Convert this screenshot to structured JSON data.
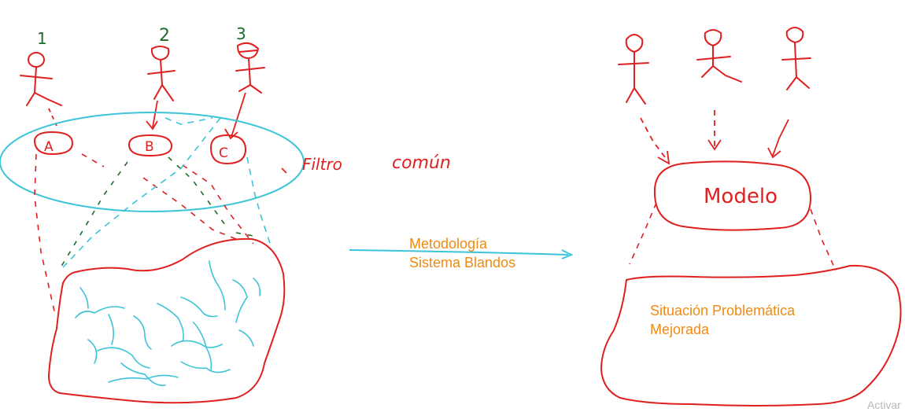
{
  "left_panel": {
    "people_numbers": [
      "1",
      "2",
      "3"
    ],
    "stakeholder_labels": [
      "A",
      "B",
      "C"
    ],
    "filter_label": "Filtro",
    "filter_qualifier": "común"
  },
  "arrow": {
    "label_line1": "Metodología",
    "label_line2": "Sistema Blandos"
  },
  "right_panel": {
    "model_label": "Modelo",
    "situation_line1": "Situación Problemática",
    "situation_line2": "Mejorada"
  },
  "watermark": "Activar",
  "colors": {
    "red_ink": "#e02020",
    "cyan_ink": "#3cc4d8",
    "green_ink": "#1e6b2a",
    "typed_text": "#f08a12"
  }
}
